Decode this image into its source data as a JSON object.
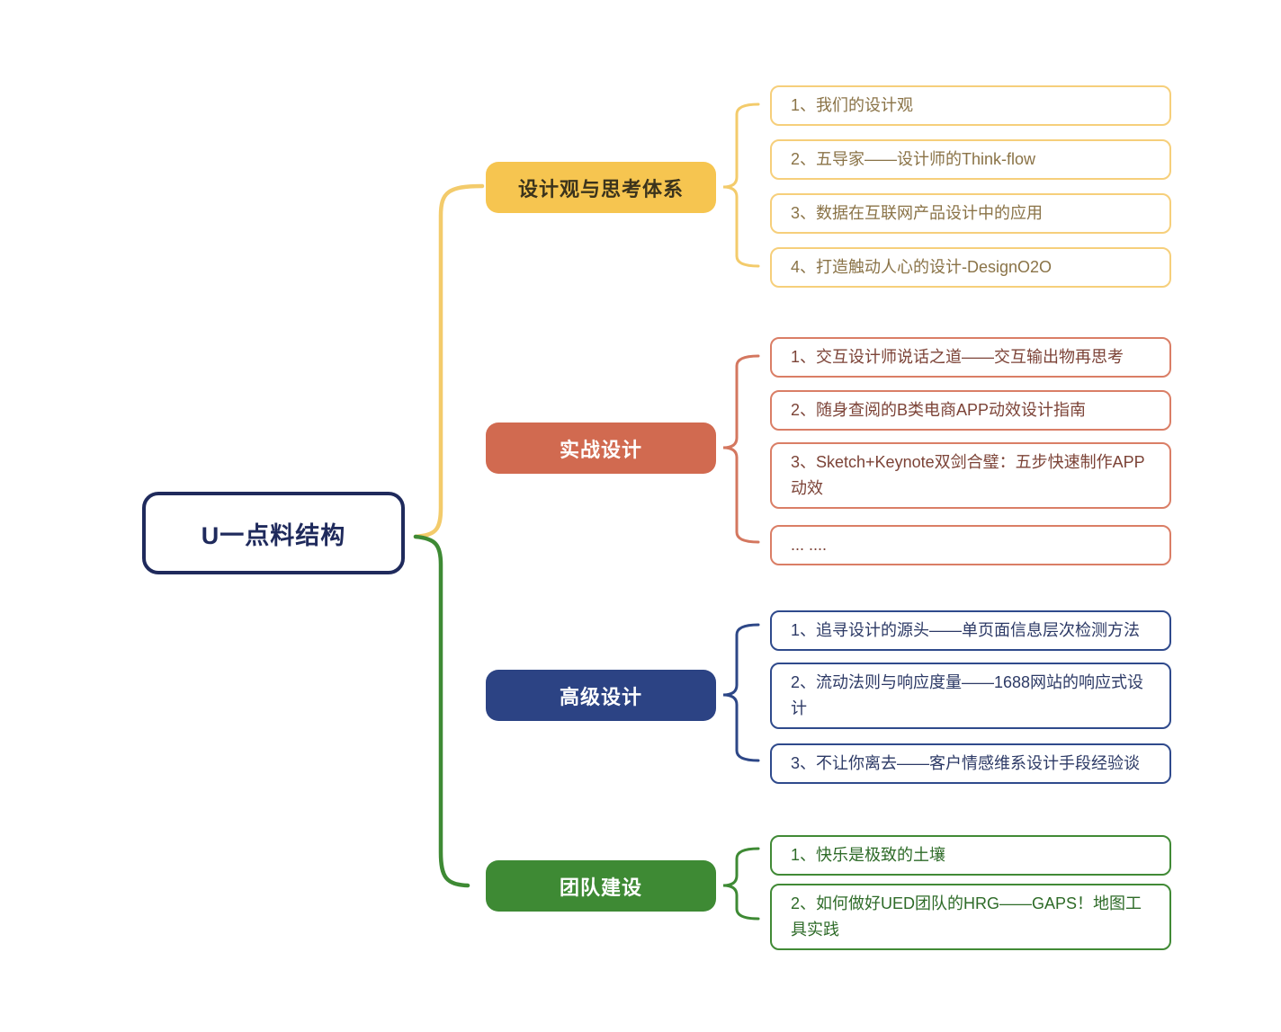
{
  "root": {
    "label": "U一点料结构",
    "color": "#1F2A5C"
  },
  "branches": [
    {
      "label": "设计观与思考体系",
      "colors": {
        "fill": "#F6C550",
        "label_text": "#3B331C",
        "line": "#F3CB6B",
        "leaf_border": "#F6CF7B",
        "leaf_text": "#8A7347"
      },
      "children": [
        "1、我们的设计观",
        "2、五导家——设计师的Think-flow",
        "3、数据在互联网产品设计中的应用",
        "4、打造触动人心的设计-DesignO2O"
      ]
    },
    {
      "label": "实战设计",
      "colors": {
        "fill": "#D16A50",
        "label_text": "#FFFFFF",
        "line": "#D4775F",
        "leaf_border": "#DA7E66",
        "leaf_text": "#7C4337"
      },
      "children": [
        "1、交互设计师说话之道——交互输出物再思考",
        "2、随身查阅的B类电商APP动效设计指南",
        "3、Sketch+Keynote双剑合璧：五步快速制作APP动效",
        "... ...."
      ]
    },
    {
      "label": "高级设计",
      "colors": {
        "fill": "#2C4384",
        "label_text": "#FFFFFF",
        "line": "#2D4787",
        "leaf_border": "#2F4A8C",
        "leaf_text": "#2D3A66"
      },
      "children": [
        "1、追寻设计的源头——单页面信息层次检测方法",
        "2、流动法则与响应度量——1688网站的响应式设计",
        "3、不让你离去——客户情感维系设计手段经验谈"
      ]
    },
    {
      "label": "团队建设",
      "colors": {
        "fill": "#3E8A34",
        "label_text": "#FFFFFF",
        "line": "#3E8A34",
        "leaf_border": "#418A36",
        "leaf_text": "#2E6B28"
      },
      "children": [
        "1、快乐是极致的土壤",
        "2、如何做好UED团队的HRG——GAPS！地图工具实践"
      ]
    }
  ]
}
